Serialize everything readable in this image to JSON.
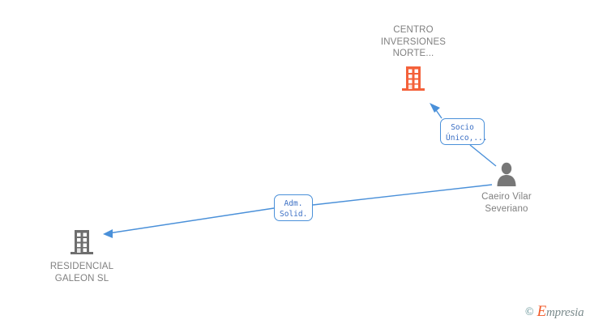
{
  "diagram": {
    "title_hint": "corporate relationship graph",
    "background_color": "#ffffff",
    "nodes": [
      {
        "id": "company-main",
        "kind": "company",
        "icon": "building-icon",
        "icon_color": "#f4613a",
        "label": "CENTRO\nINVERSIONES\nNORTE...",
        "label_color": "#808080"
      },
      {
        "id": "person",
        "kind": "person",
        "icon": "person-icon",
        "icon_color": "#777777",
        "label": "Caeiro Vilar\nSeveriano",
        "label_color": "#808080"
      },
      {
        "id": "company-sub",
        "kind": "company",
        "icon": "building-icon",
        "icon_color": "#6e6e6e",
        "label": "RESIDENCIAL\nGALEON SL",
        "label_color": "#808080"
      }
    ],
    "edges": [
      {
        "id": "edge-socio-unico",
        "from": "person",
        "to": "company-main",
        "label": "Socio\nÚnico,...",
        "color": "#4a90d9",
        "arrow": "to"
      },
      {
        "id": "edge-adm-solid",
        "from": "person",
        "to": "company-sub",
        "label": "Adm.\nSolid.",
        "color": "#4a90d9",
        "arrow": "to"
      }
    ]
  },
  "watermark": {
    "copyright": "©",
    "brand_cap": "E",
    "brand_rest": "mpresia",
    "accent_color": "#f15a29",
    "text_color": "#7a8a8c"
  }
}
